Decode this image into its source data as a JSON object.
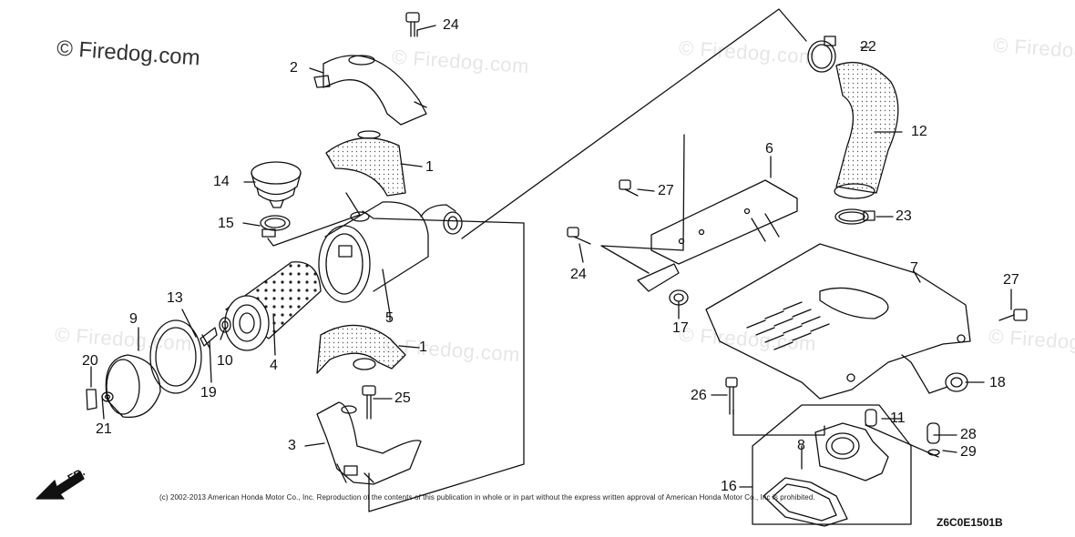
{
  "watermark": {
    "main": "© Firedog.com",
    "repeat": "© Firedog.com"
  },
  "direction_label": "FR.",
  "copyright": "(c) 2002-2013 American Honda Motor Co., Inc. Reproduction of the contents of this publication in whole or in part without the express written approval of American Honda Motor Co., Inc is prohibited.",
  "diagram_code": "Z6C0E1501B",
  "callouts": [
    "24",
    "22",
    "2",
    "12",
    "1",
    "6",
    "14",
    "27",
    "15",
    "23",
    "13",
    "9",
    "5",
    "24",
    "7",
    "27",
    "17",
    "10",
    "4",
    "1",
    "18",
    "19",
    "20",
    "26",
    "11",
    "25",
    "28",
    "21",
    "8",
    "29",
    "3",
    "16"
  ],
  "colors": {
    "line": "#111111",
    "stipple": "#555555",
    "watermark": "#e6e6e6"
  }
}
